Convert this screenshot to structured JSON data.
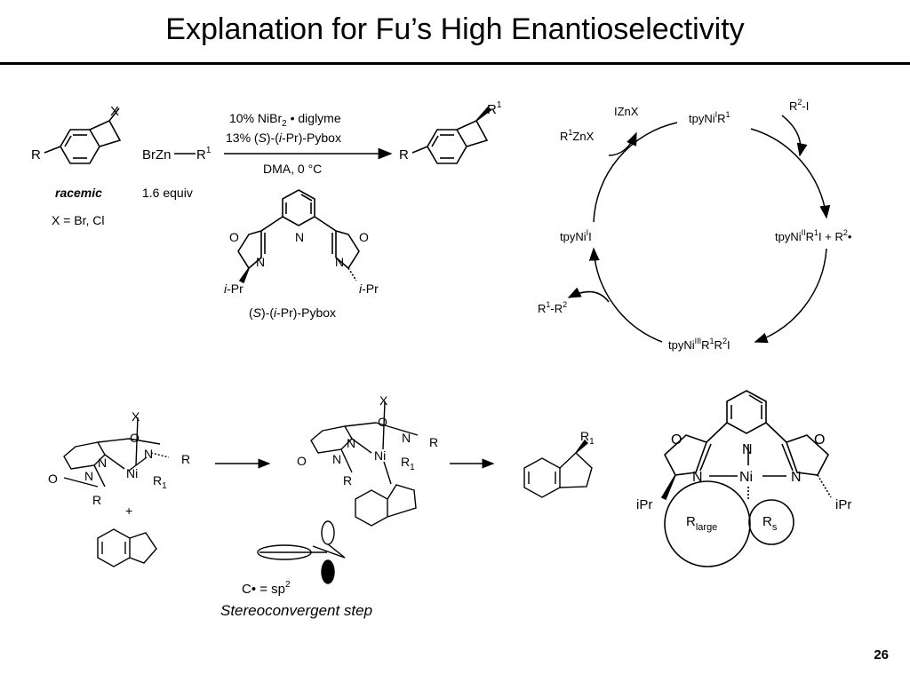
{
  "slide": {
    "title": "Explanation for Fu’s High Enantioselectivity",
    "page_number": "26",
    "caption": "Stereoconvergent step"
  },
  "reaction": {
    "substrate_x": "X",
    "substrate_r": "R",
    "racemic": "racemic",
    "x_def": "X = Br, Cl",
    "reagent_main": "BrZn",
    "reagent_r": "R",
    "reagent_sup": "1",
    "equiv": "1.6 equiv",
    "cond1": "10% NiBr",
    "cond1_sub": "2",
    "cond1_rest": " • diglyme",
    "cond2_a": "13% (",
    "cond2_s": "S",
    "cond2_b": ")-(",
    "cond2_i": "i",
    "cond2_c": "-Pr)-Pybox",
    "cond3": "DMA, 0 °C",
    "product_r": "R",
    "product_r1": "R",
    "product_sup": "1"
  },
  "pybox": {
    "left_o": "O",
    "left_n": "N",
    "mid_n": "N",
    "right_o": "O",
    "right_n": "N",
    "left_ipr_i": "i",
    "left_ipr": "-Pr",
    "right_ipr_i": "i",
    "right_ipr": "-Pr",
    "name_a": "(",
    "name_s": "S",
    "name_b": ")-(",
    "name_i": "i",
    "name_c": "-Pr)-Pybox"
  },
  "cycle": {
    "izx": "IZnX",
    "r1znx_a": "R",
    "r1znx_sup": "1",
    "r1znx_b": "ZnX",
    "top_a": "tpyNi",
    "top_sup": "I",
    "top_b": "R",
    "top_sup2": "1",
    "r2i_a": "R",
    "r2i_sup": "2",
    "r2i_b": "-I",
    "right_a": "tpyNi",
    "right_sup": "II",
    "right_b": "R",
    "right_sup2": "1",
    "right_c": "I + R",
    "right_sup3": "2",
    "right_d": "•",
    "bottom_a": "tpyNi",
    "bottom_sup": "III",
    "bottom_b": "R",
    "bottom_sup2": "1",
    "bottom_c": "R",
    "bottom_sup3": "2",
    "bottom_d": "I",
    "left_a": "tpyNi",
    "left_sup": "I",
    "left_b": "I",
    "r1r2_a": "R",
    "r1r2_sup": "1",
    "r1r2_b": "-R",
    "r1r2_sup2": "2"
  },
  "mechanism": {
    "x": "X",
    "o": "O",
    "n": "N",
    "ni": "Ni",
    "r": "R",
    "r1": "R",
    "r1_sub": "1",
    "plus": "+",
    "prod_r1": "R",
    "prod_sub": "1",
    "c_dot": "C• = sp",
    "c_dot_sup": "2"
  },
  "model": {
    "o_left": "O",
    "o_right": "O",
    "n_left": "N",
    "n_mid": "N",
    "n_right": "N",
    "ni": "Ni",
    "ipr_left": "iPr",
    "ipr_right": "iPr",
    "r_large": "R",
    "r_large_sub": "large",
    "r_small": "R",
    "r_small_sub": "s"
  }
}
